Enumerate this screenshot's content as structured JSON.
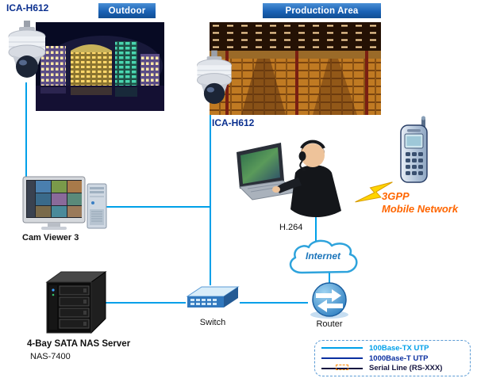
{
  "labels": {
    "camera1": "ICA-H612",
    "camera2": "ICA-H612",
    "outdoor_banner": "Outdoor",
    "production_banner": "Production Area",
    "cam_viewer": "Cam Viewer 3",
    "codec": "H.264",
    "mobile_line1": "3GPP",
    "mobile_line2": "Mobile Network",
    "internet": "Internet",
    "switch": "Switch",
    "router": "Router",
    "nas_title": "4-Bay SATA NAS Server",
    "nas_model": "NAS-7400"
  },
  "legend": {
    "items": [
      {
        "label": "100Base-TX UTP",
        "color": "#00a0e9"
      },
      {
        "label": "1000Base-T UTP",
        "color": "#0a2fa0"
      },
      {
        "label": "Serial Line (RS-XXX)",
        "color": "#15153f"
      }
    ]
  },
  "colors": {
    "link_utp100": "#00a0e9",
    "link_utp1000": "#0a2fa0",
    "banner_blue": "#1a62b5",
    "device_label_blue": "#0a2f8f",
    "mobile_orange": "#ff6600",
    "internet_blue": "#1b75bb"
  }
}
